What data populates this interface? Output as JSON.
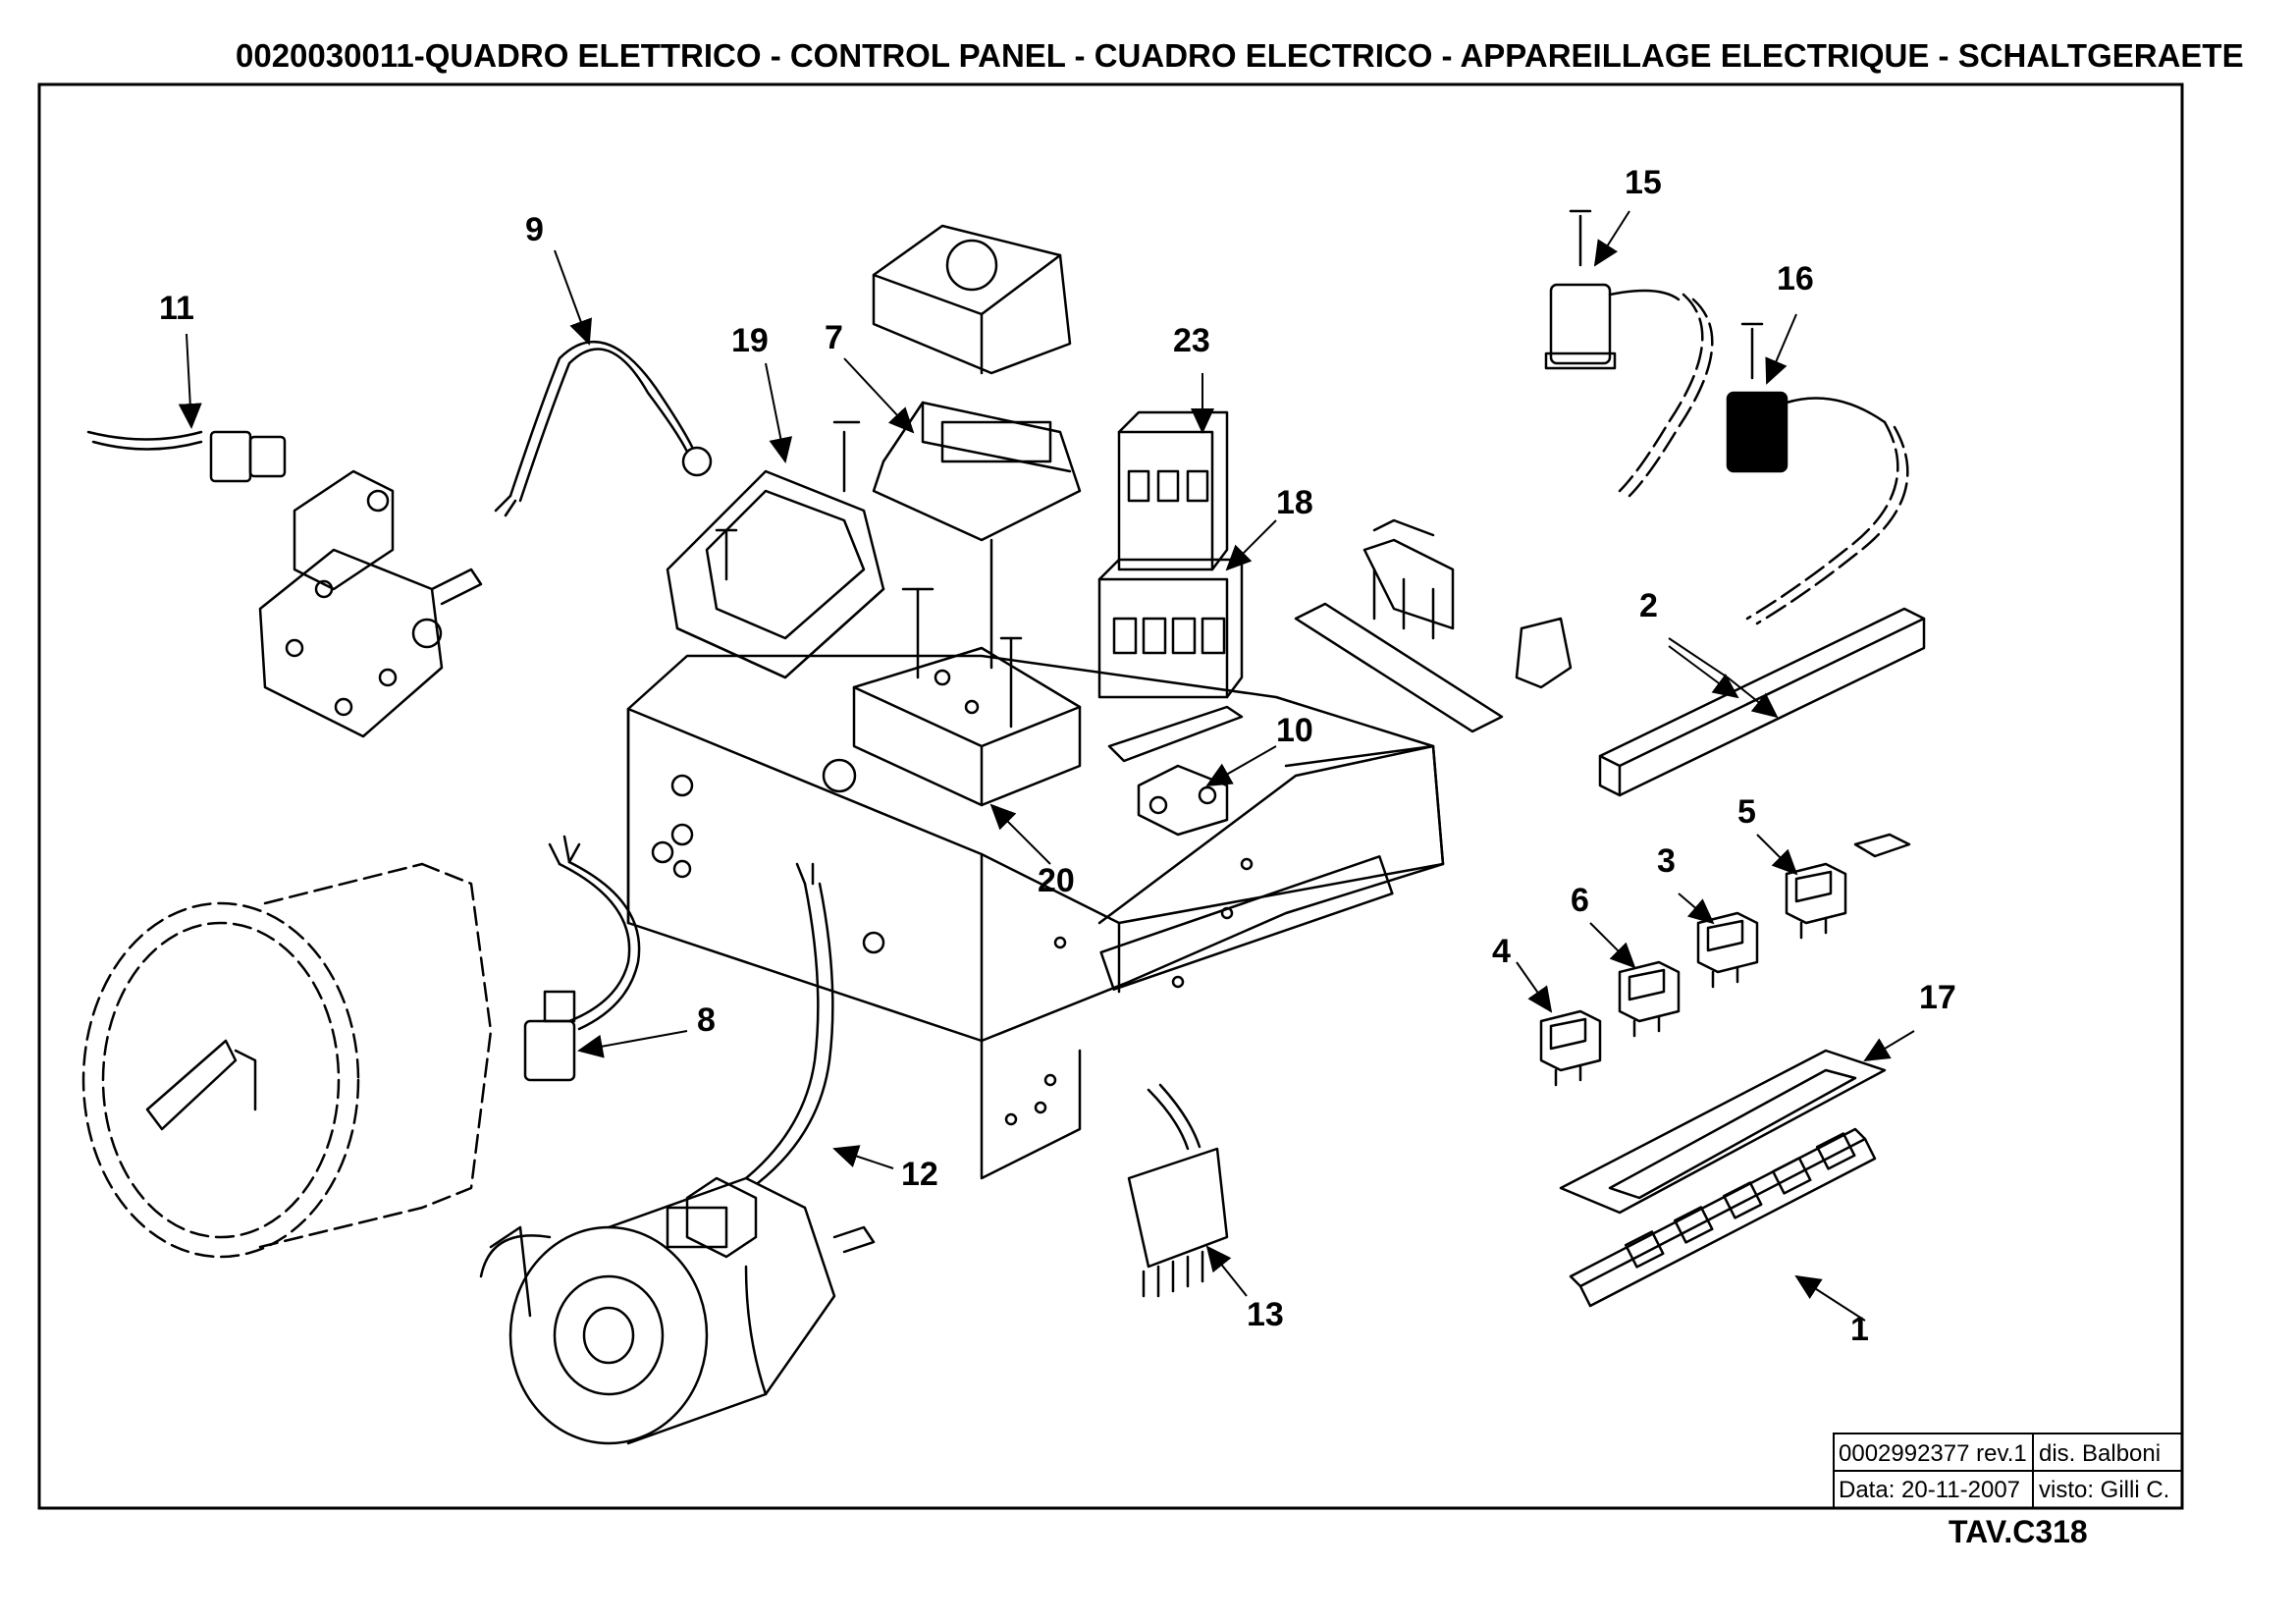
{
  "header": {
    "title": "0020030011-QUADRO ELETTRICO - CONTROL PANEL - CUADRO ELECTRICO - APPAREILLAGE ELECTRIQUE - SCHALTGERAETE"
  },
  "callouts": {
    "c1": "1",
    "c2": "2",
    "c3": "3",
    "c4": "4",
    "c5": "5",
    "c6": "6",
    "c7": "7",
    "c8": "8",
    "c9": "9",
    "c10": "10",
    "c11": "11",
    "c12": "12",
    "c13": "13",
    "c15": "15",
    "c16": "16",
    "c17": "17",
    "c18": "18",
    "c19": "19",
    "c20": "20",
    "c23": "23"
  },
  "title_block": {
    "drawing_code": "0002992377 rev.1",
    "drawn_by": "dis. Balboni",
    "date": "Data: 20-11-2007",
    "checked_by": "visto: Gilli C."
  },
  "sheet_id": "TAV.C318"
}
